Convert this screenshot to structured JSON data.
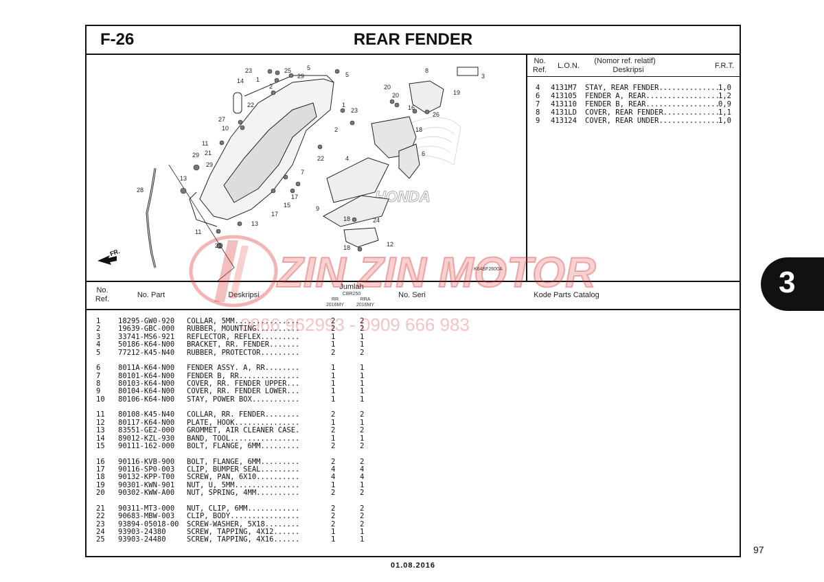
{
  "header": {
    "section_code": "F-26",
    "title": "REAR FENDER"
  },
  "frame_header": {
    "no_ref": [
      "No.",
      "Ref."
    ],
    "lon": "L.O.N.",
    "nomor_ref": "(Nomor ref. relatif)",
    "deskripsi": "Deskripsi",
    "frt": "F.R.T."
  },
  "frame_rows": [
    {
      "ref": "4",
      "lon": "4131M7",
      "desc": "STAY, REAR FENDER..............",
      "frt": "1,0"
    },
    {
      "ref": "6",
      "lon": "413105",
      "desc": "FENDER A, REAR.................",
      "frt": "1,2"
    },
    {
      "ref": "7",
      "lon": "413110",
      "desc": "FENDER B, REAR.................",
      "frt": "0,9"
    },
    {
      "ref": "8",
      "lon": "4131LD",
      "desc": "COVER, REAR FENDER.............",
      "frt": "1,1"
    },
    {
      "ref": "9",
      "lon": "413124",
      "desc": "COVER, REAR UNDER..............",
      "frt": "1,0"
    }
  ],
  "diagram": {
    "direction_label": "FR.",
    "drawing_code": "K64BF2600A",
    "brand_mark": "HONDA",
    "callouts": [
      {
        "label": "23"
      },
      {
        "label": "25"
      },
      {
        "label": "5"
      },
      {
        "label": "5"
      },
      {
        "label": "8"
      },
      {
        "label": "3"
      },
      {
        "label": "1"
      },
      {
        "label": "29"
      },
      {
        "label": "2"
      },
      {
        "label": "14"
      },
      {
        "label": "22"
      },
      {
        "label": "19"
      },
      {
        "label": "20"
      },
      {
        "label": "20"
      },
      {
        "label": "1"
      },
      {
        "label": "23"
      },
      {
        "label": "16"
      },
      {
        "label": "26"
      },
      {
        "label": "27"
      },
      {
        "label": "10"
      },
      {
        "label": "2"
      },
      {
        "label": "18"
      },
      {
        "label": "11"
      },
      {
        "label": "21"
      },
      {
        "label": "29"
      },
      {
        "label": "29"
      },
      {
        "label": "22"
      },
      {
        "label": "4"
      },
      {
        "label": "6"
      },
      {
        "label": "7"
      },
      {
        "label": "13"
      },
      {
        "label": "28"
      },
      {
        "label": "17"
      },
      {
        "label": "15"
      },
      {
        "label": "17"
      },
      {
        "label": "9"
      },
      {
        "label": "18"
      },
      {
        "label": "24"
      },
      {
        "label": "11"
      },
      {
        "label": "13"
      },
      {
        "label": "21"
      },
      {
        "label": "18"
      },
      {
        "label": "12"
      }
    ]
  },
  "table_header": {
    "no_ref": [
      "No.",
      "Ref."
    ],
    "no_part": "No. Part",
    "deskripsi": "Deskripsi",
    "jumlah": "Jumlah",
    "model": "CBR250",
    "col1": [
      "RR",
      "2016MY"
    ],
    "col2": [
      "RRA",
      "2016MY"
    ],
    "no_seri": "No. Seri",
    "kode": "Kode Parts Catalog"
  },
  "parts_groups": [
    [
      {
        "ref": "1",
        "part": "18295-GW0-920",
        "desc": "COLLAR, 5MM...............",
        "q1": "2",
        "q2": "2"
      },
      {
        "ref": "2",
        "part": "19639-GBC-000",
        "desc": "RUBBER, MOUNTING..........",
        "q1": "2",
        "q2": "2"
      },
      {
        "ref": "3",
        "part": "33741-MS6-921",
        "desc": "REFLECTOR, REFLEX.........",
        "q1": "1",
        "q2": "1"
      },
      {
        "ref": "4",
        "part": "50186-K64-N00",
        "desc": "BRACKET, RR. FENDER.......",
        "q1": "1",
        "q2": "1"
      },
      {
        "ref": "5",
        "part": "77212-K45-N40",
        "desc": "RUBBER, PROTECTOR.........",
        "q1": "2",
        "q2": "2"
      }
    ],
    [
      {
        "ref": "6",
        "part": "8011A-K64-N00",
        "desc": "FENDER ASSY. A, RR........",
        "q1": "1",
        "q2": "1"
      },
      {
        "ref": "7",
        "part": "80101-K64-N00",
        "desc": "FENDER B, RR..............",
        "q1": "1",
        "q2": "1"
      },
      {
        "ref": "8",
        "part": "80103-K64-N00",
        "desc": "COVER, RR. FENDER UPPER...",
        "q1": "1",
        "q2": "1"
      },
      {
        "ref": "9",
        "part": "80104-K64-N00",
        "desc": "COVER, RR. FENDER LOWER...",
        "q1": "1",
        "q2": "1"
      },
      {
        "ref": "10",
        "part": "80106-K64-N00",
        "desc": "STAY, POWER BOX...........",
        "q1": "1",
        "q2": "1"
      }
    ],
    [
      {
        "ref": "11",
        "part": "80108-K45-N40",
        "desc": "COLLAR, RR. FENDER........",
        "q1": "2",
        "q2": "2"
      },
      {
        "ref": "12",
        "part": "80117-K64-N00",
        "desc": "PLATE, HOOK...............",
        "q1": "1",
        "q2": "1"
      },
      {
        "ref": "13",
        "part": "83551-GE2-000",
        "desc": "GROMMET, AIR CLEANER CASE.",
        "q1": "2",
        "q2": "2"
      },
      {
        "ref": "14",
        "part": "89012-KZL-930",
        "desc": "BAND, TOOL................",
        "q1": "1",
        "q2": "1"
      },
      {
        "ref": "15",
        "part": "90111-162-000",
        "desc": "BOLT, FLANGE, 6MM.........",
        "q1": "2",
        "q2": "2"
      }
    ],
    [
      {
        "ref": "16",
        "part": "90116-KVB-900",
        "desc": "BOLT, FLANGE, 6MM.........",
        "q1": "2",
        "q2": "2"
      },
      {
        "ref": "17",
        "part": "90116-SP0-003",
        "desc": "CLIP, BUMPER SEAL.........",
        "q1": "4",
        "q2": "4"
      },
      {
        "ref": "18",
        "part": "90132-KPP-T00",
        "desc": "SCREW, PAN, 6X10..........",
        "q1": "4",
        "q2": "4"
      },
      {
        "ref": "19",
        "part": "90301-KWN-901",
        "desc": "NUT, U, 5MM...............",
        "q1": "1",
        "q2": "1"
      },
      {
        "ref": "20",
        "part": "90302-KWW-A00",
        "desc": "NUT, SPRING, 4MM..........",
        "q1": "2",
        "q2": "2"
      }
    ],
    [
      {
        "ref": "21",
        "part": "90311-MT3-000",
        "desc": "NUT, CLIP, 6MM............",
        "q1": "2",
        "q2": "2"
      },
      {
        "ref": "22",
        "part": "90683-MBW-003",
        "desc": "CLIP, BODY................",
        "q1": "2",
        "q2": "2"
      },
      {
        "ref": "23",
        "part": "93894-05018-00",
        "desc": "SCREW-WASHER, 5X18........",
        "q1": "2",
        "q2": "2"
      },
      {
        "ref": "24",
        "part": "93903-24380",
        "desc": "SCREW, TAPPING, 4X12......",
        "q1": "1",
        "q2": "1"
      },
      {
        "ref": "25",
        "part": "93903-24480",
        "desc": "SCREW, TAPPING, 4X16......",
        "q1": "1",
        "q2": "1"
      }
    ]
  ],
  "watermark": {
    "brand": "ZIN ZIN MOTOR",
    "phone": "0966 962993 - 0909 666 983"
  },
  "side_tab": "3",
  "page_number": "97",
  "footer_date": "01.08.2016",
  "colors": {
    "watermark": "#d92828",
    "ink": "#111111"
  }
}
